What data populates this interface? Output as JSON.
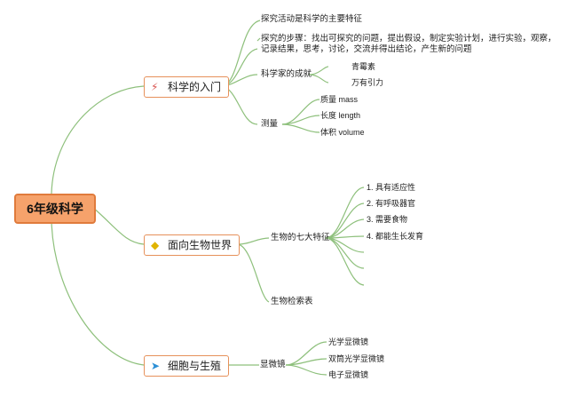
{
  "root": {
    "label": "6年级科学"
  },
  "branches": [
    {
      "label": "科学的入门",
      "icon": "magic-wand-icon",
      "children": [
        "探究活动是科学的主要特征",
        "探究的步骤：找出可探究的问题，提出假设，制定实验计划，进行实验，观察，",
        "记录结果，思考，讨论，交流并得出结论，产生新的问题",
        "科学家的成就",
        "测量"
      ],
      "achievements": [
        "青霉素",
        "万有引力"
      ],
      "measurements": [
        "质量 mass",
        "长度 length",
        "体积 volume"
      ]
    },
    {
      "label": "面向生物世界",
      "icon": "gem-icon",
      "children": [
        "生物的七大特征",
        "生物检索表"
      ],
      "features": [
        "1. 具有适应性",
        "2. 有呼吸器官",
        "3. 需要食物",
        "4. 都能生长发育"
      ]
    },
    {
      "label": "细胞与生殖",
      "icon": "paper-plane-icon",
      "children": [
        "显微镜"
      ],
      "microscopes": [
        "光学显微镜",
        "双筒光学显微镜",
        "电子显微镜"
      ]
    }
  ],
  "colors": {
    "root_fill": "#f6a26b",
    "branch_border": "#e6915b",
    "line": "#8ec07c"
  }
}
